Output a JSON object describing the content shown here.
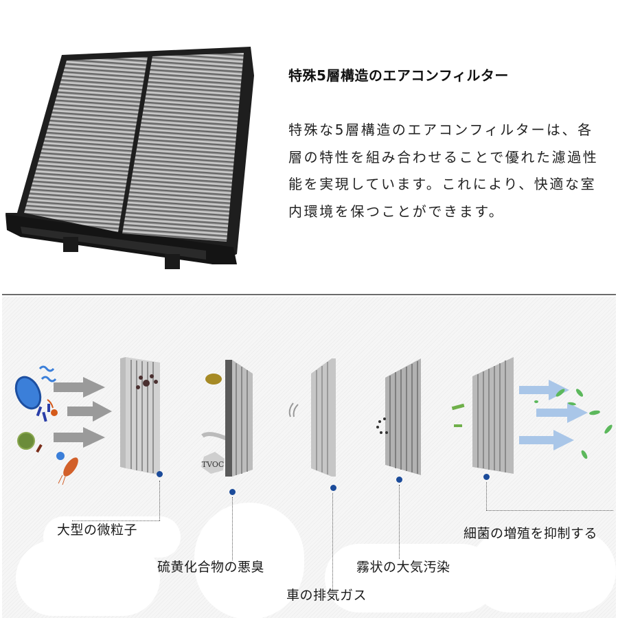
{
  "product": {
    "image_alt": "cabin-air-filter-product-photo",
    "headline": "特殊5層構造のエアコンフィルター",
    "description_lines": [
      "特殊な5層構造のエアコンフィルターは、各",
      "層の特性を組み合わせることで優れた濾過性",
      "能を実現しています。これにより、快適な室",
      "内環境を保つことができます。"
    ]
  },
  "diagram": {
    "tvoc_label": "TVOC",
    "layers": [
      {
        "label": "大型の微粒子"
      },
      {
        "label": "硫黄化合物の悪臭"
      },
      {
        "label": "車の排気ガス"
      },
      {
        "label": "霧状の大気汚染"
      },
      {
        "label": "細菌の増殖を抑制する"
      }
    ],
    "colors": {
      "dot": "#1b4b9a",
      "arrow_in": "#9a9a9a",
      "arrow_out": "#a9c6e8",
      "leaf": "#5cb85c",
      "filter_dark": "#6e6e6e",
      "filter_light": "#c9c9c9"
    }
  }
}
